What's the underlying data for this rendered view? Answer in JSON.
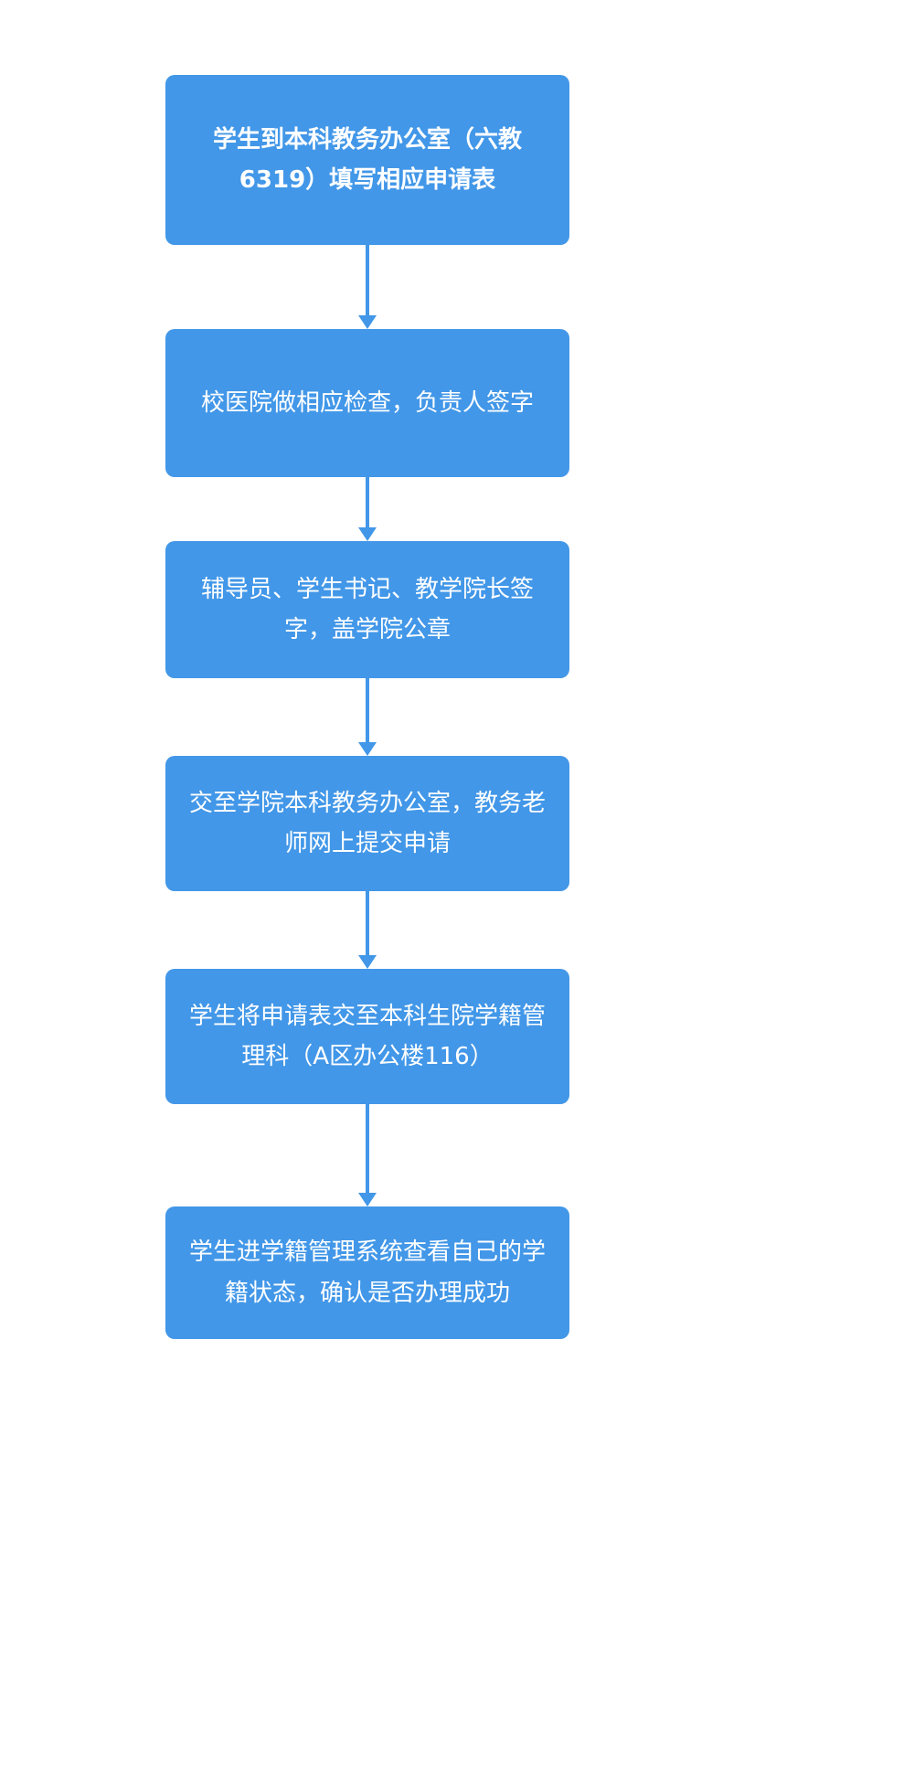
{
  "flowchart": {
    "title": "",
    "accent_color": "#4297E8",
    "text_color": "#FFFFFF",
    "background_color": "#FFFFFF",
    "steps": [
      {
        "text": "学生到本科教务办公室（六教\n6319）填写相应申请表",
        "emphasis": "bold"
      },
      {
        "text": "校医院做相应检查，负责人签字",
        "emphasis": "normal"
      },
      {
        "text": "辅导员、学生书记、教学院长签\n字，盖学院公章",
        "emphasis": "normal"
      },
      {
        "text": "交至学院本科教务办公室，教务老\n师网上提交申请",
        "emphasis": "normal"
      },
      {
        "text": "学生将申请表交至本科生院学籍管\n理科（A区办公楼116）",
        "emphasis": "normal"
      },
      {
        "text": "学生进学籍管理系统查看自己的学\n籍状态，确认是否办理成功",
        "emphasis": "normal"
      }
    ],
    "connector": "down-arrow"
  }
}
